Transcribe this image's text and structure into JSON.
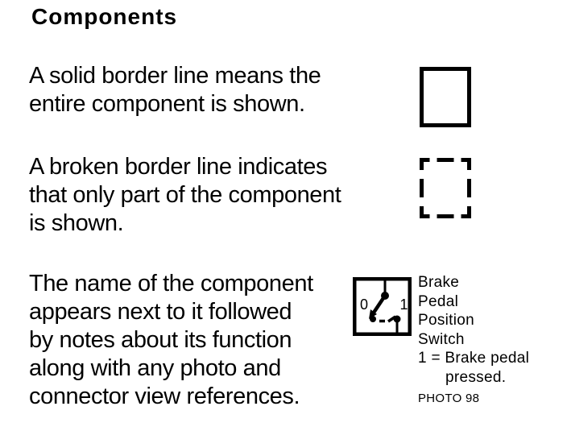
{
  "title": "Components",
  "colors": {
    "ink": "#000000",
    "paper": "#ffffff"
  },
  "rows": [
    {
      "symbol": "solid-border-box",
      "lines": [
        "A solid border line means the",
        "entire component is shown."
      ]
    },
    {
      "symbol": "broken-border-box",
      "lines": [
        "A broken border line indicates",
        "that only part of the component",
        "is shown."
      ]
    },
    {
      "symbol": "component-name-example",
      "lines": [
        "The name of the component",
        "appears next to it followed",
        "by notes about its function",
        "along with any photo and",
        "connector view references."
      ]
    }
  ],
  "switch_example": {
    "position_labels": {
      "open": "0",
      "closed": "1"
    },
    "name_lines": [
      "Brake",
      "Pedal",
      "Position",
      "Switch"
    ],
    "note_lines": [
      "1 = Brake pedal",
      "pressed."
    ],
    "photo_ref": "PHOTO 98"
  }
}
